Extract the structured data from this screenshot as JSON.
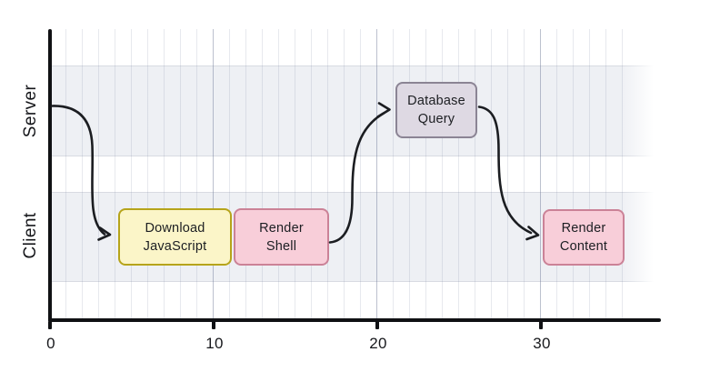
{
  "chart_data": {
    "type": "gantt",
    "lanes": [
      "Server",
      "Client"
    ],
    "x_ticks": [
      "0",
      "10",
      "20",
      "30"
    ],
    "x_range": [
      0,
      35
    ],
    "grid": {
      "vertical_minor_step": 1,
      "vertical_major_step": 10,
      "horizontal_gridlines": false
    },
    "legend": "none",
    "tasks": [
      {
        "label": "Download JavaScript",
        "lane": "Client",
        "start": 4,
        "end": 11,
        "fill": "#fbf5c8",
        "border": "#b6a41a"
      },
      {
        "label": "Render Shell",
        "lane": "Client",
        "start": 11,
        "end": 17,
        "fill": "#f8ced9",
        "border": "#cb8297"
      },
      {
        "label": "Database Query",
        "lane": "Server",
        "start": 21,
        "end": 26,
        "fill": "#ded9e3",
        "border": "#8b8494"
      },
      {
        "label": "Render Content",
        "lane": "Client",
        "start": 30,
        "end": 35,
        "fill": "#f8ced9",
        "border": "#cb8297"
      }
    ],
    "arrows": [
      {
        "from": "y-axis start (Server lane)",
        "to": "Download JavaScript"
      },
      {
        "from": "Render Shell",
        "to": "Database Query"
      },
      {
        "from": "Database Query",
        "to": "Render Content"
      }
    ]
  },
  "labels": {
    "lane_server": "Server",
    "lane_client": "Client",
    "tick_0": "0",
    "tick_10": "10",
    "tick_20": "20",
    "tick_30": "30",
    "download_js_line1": "Download",
    "download_js_line2": "JavaScript",
    "render_shell_line1": "Render",
    "render_shell_line2": "Shell",
    "database_query_line1": "Database",
    "database_query_line2": "Query",
    "render_content_line1": "Render",
    "render_content_line2": "Content"
  },
  "colors": {
    "background": "#ffffff",
    "axis": "#101114",
    "lane_band": "#eef0f4",
    "band_edge": "#d8dbe2",
    "gridline_minor": "#dfe2e9",
    "gridline_major": "#ced2da",
    "arrow": "#1b1d21",
    "task_yellow_fill": "#fbf5c8",
    "task_yellow_border": "#b6a41a",
    "task_pink_fill": "#f8ced9",
    "task_pink_border": "#cb8297",
    "task_purple_fill": "#ded9e3",
    "task_purple_border": "#8b8494"
  }
}
